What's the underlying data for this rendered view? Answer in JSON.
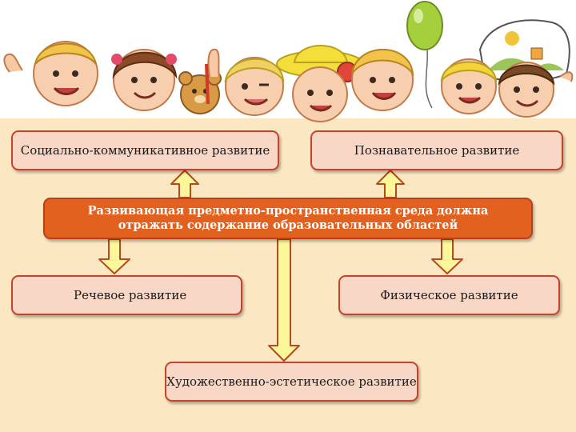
{
  "diagram": {
    "center": "Развивающая предметно-пространственная среда должна отражать содержание образовательных областей",
    "areas": {
      "social": "Социально-коммуникативное развитие",
      "cognitive": "Познавательное развитие",
      "speech": "Речевое развитие",
      "physical": "Физическое развитие",
      "artistic": "Художественно-эстетическое развитие"
    }
  },
  "colors": {
    "panel": "#fbe8c3",
    "box_fill": "#f8d7c6",
    "box_border": "#c8412a",
    "center_fill": "#e2611f",
    "arrow_fill": "#fbf79a",
    "arrow_stroke": "#b54a1e"
  },
  "illustration": {
    "description_icons": [
      "children-group",
      "balloon-icon",
      "sun-sign-icon"
    ]
  }
}
